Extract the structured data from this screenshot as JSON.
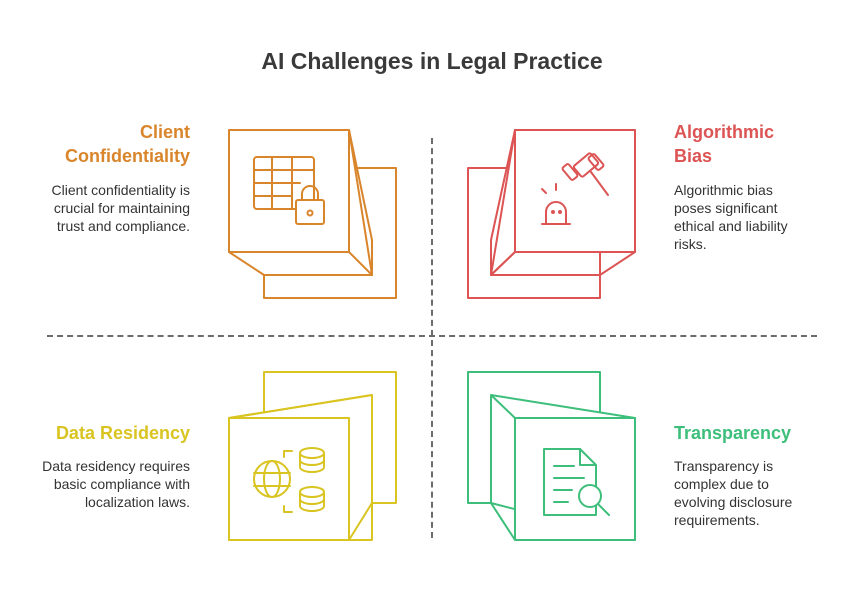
{
  "title": "AI Challenges in Legal Practice",
  "colors": {
    "orange": "#D9852B",
    "red": "#DC5454",
    "yellow": "#D9C421",
    "green": "#3DBE7B"
  },
  "quadrants": [
    {
      "heading": "Client Confidentiality",
      "description": "Client confidentiality is crucial for maintaining trust and compliance.",
      "icon": "table-lock-icon"
    },
    {
      "heading": "Algorithmic Bias",
      "description": "Algorithmic bias poses significant ethical and liability risks.",
      "icon": "gavel-icon"
    },
    {
      "heading": "Data Residency",
      "description": "Data residency requires basic compliance with localization laws.",
      "icon": "globe-database-icon"
    },
    {
      "heading": "Transparency",
      "description": "Transparency is complex due to evolving disclosure requirements.",
      "icon": "document-search-icon"
    }
  ]
}
